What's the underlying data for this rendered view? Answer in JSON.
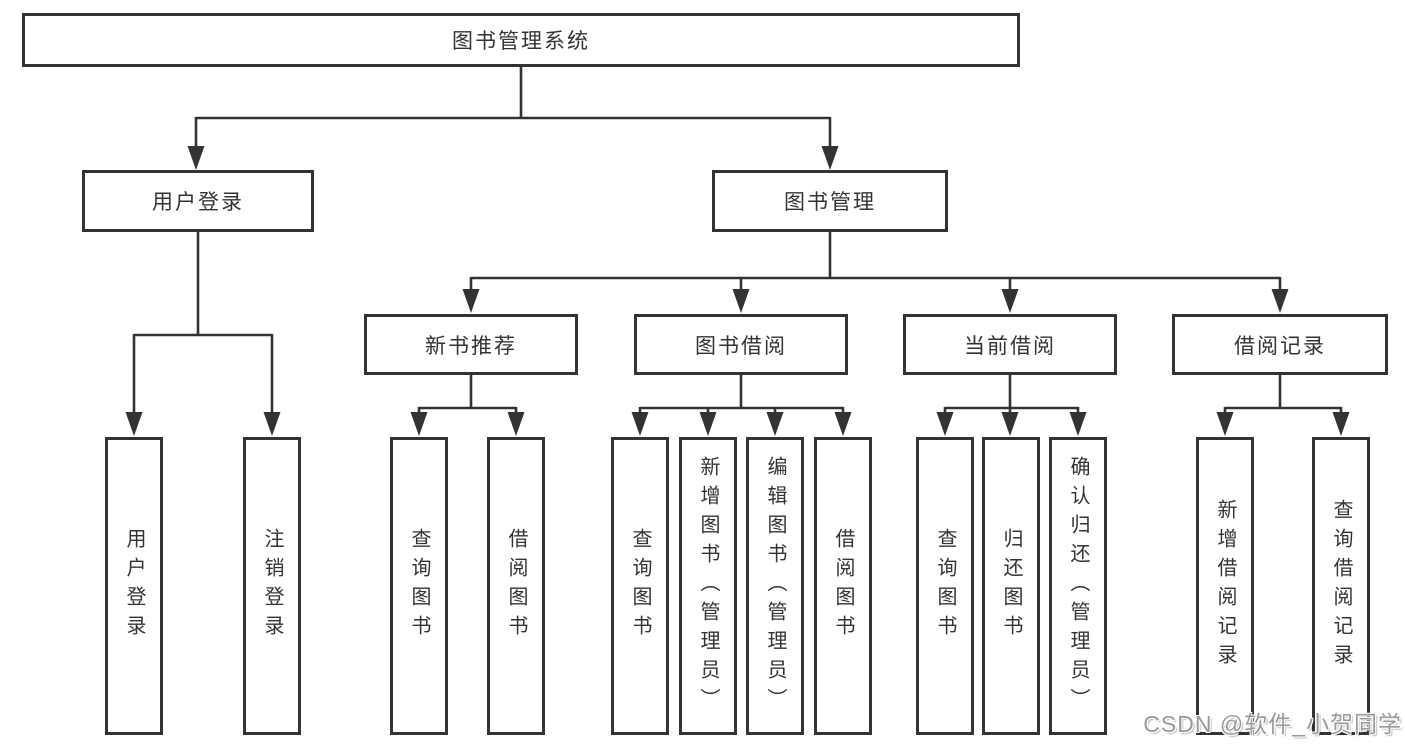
{
  "tree": {
    "root": {
      "label": "图书管理系统"
    },
    "branches": [
      {
        "label": "用户登录",
        "children": [
          {
            "label": "用户登录"
          },
          {
            "label": "注销登录"
          }
        ]
      },
      {
        "label": "图书管理",
        "children": [
          {
            "label": "新书推荐",
            "children": [
              {
                "label": "查询图书"
              },
              {
                "label": "借阅图书"
              }
            ]
          },
          {
            "label": "图书借阅",
            "children": [
              {
                "label": "查询图书"
              },
              {
                "label": "新增图书（管理员）"
              },
              {
                "label": "编辑图书（管理员）"
              },
              {
                "label": "借阅图书"
              }
            ]
          },
          {
            "label": "当前借阅",
            "children": [
              {
                "label": "查询图书"
              },
              {
                "label": "归还图书"
              },
              {
                "label": "确认归还（管理员）"
              }
            ]
          },
          {
            "label": "借阅记录",
            "children": [
              {
                "label": "新增借阅记录"
              },
              {
                "label": "查询借阅记录"
              }
            ]
          }
        ]
      }
    ]
  },
  "watermark": {
    "text": "CSDN @软件_小贺同学"
  },
  "colors": {
    "line": "#333333",
    "text": "#333333",
    "box_bg": "#ffffff",
    "watermark": "#999999"
  }
}
